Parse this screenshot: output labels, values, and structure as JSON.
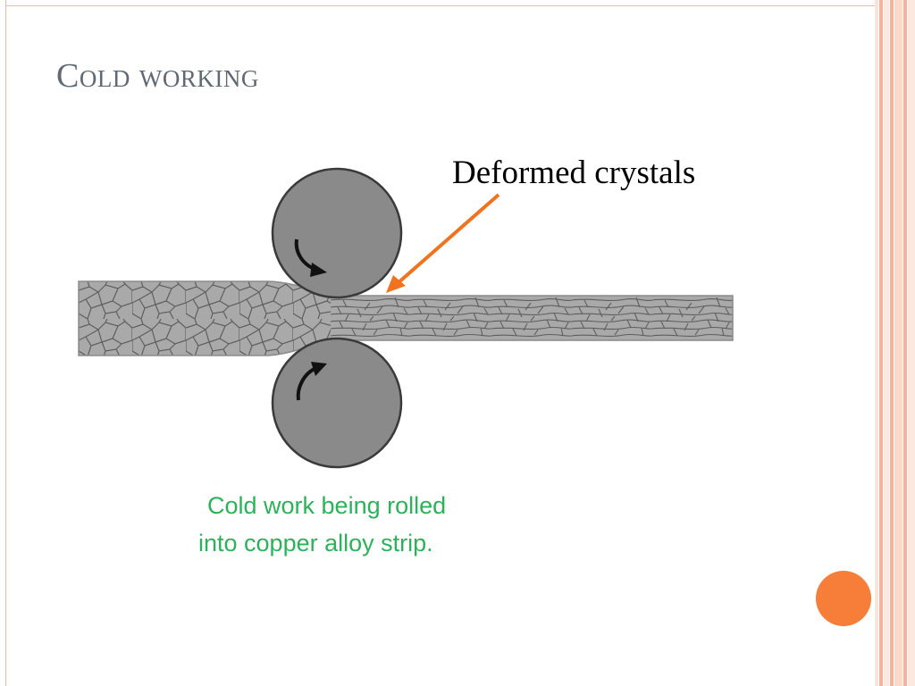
{
  "slide": {
    "title": "Cold working"
  },
  "callout": {
    "label": "Deformed crystals",
    "arrow_color": "#f07320"
  },
  "caption": {
    "line1": "Cold work being rolled",
    "line2": "into copper alloy strip.",
    "color": "#2db15a"
  },
  "theme": {
    "accent_orange": "#f77e38",
    "frame_pink": "#f0b9a5",
    "roller_fill": "#8a8a8a",
    "strip_fill": "#a9a9a9"
  }
}
